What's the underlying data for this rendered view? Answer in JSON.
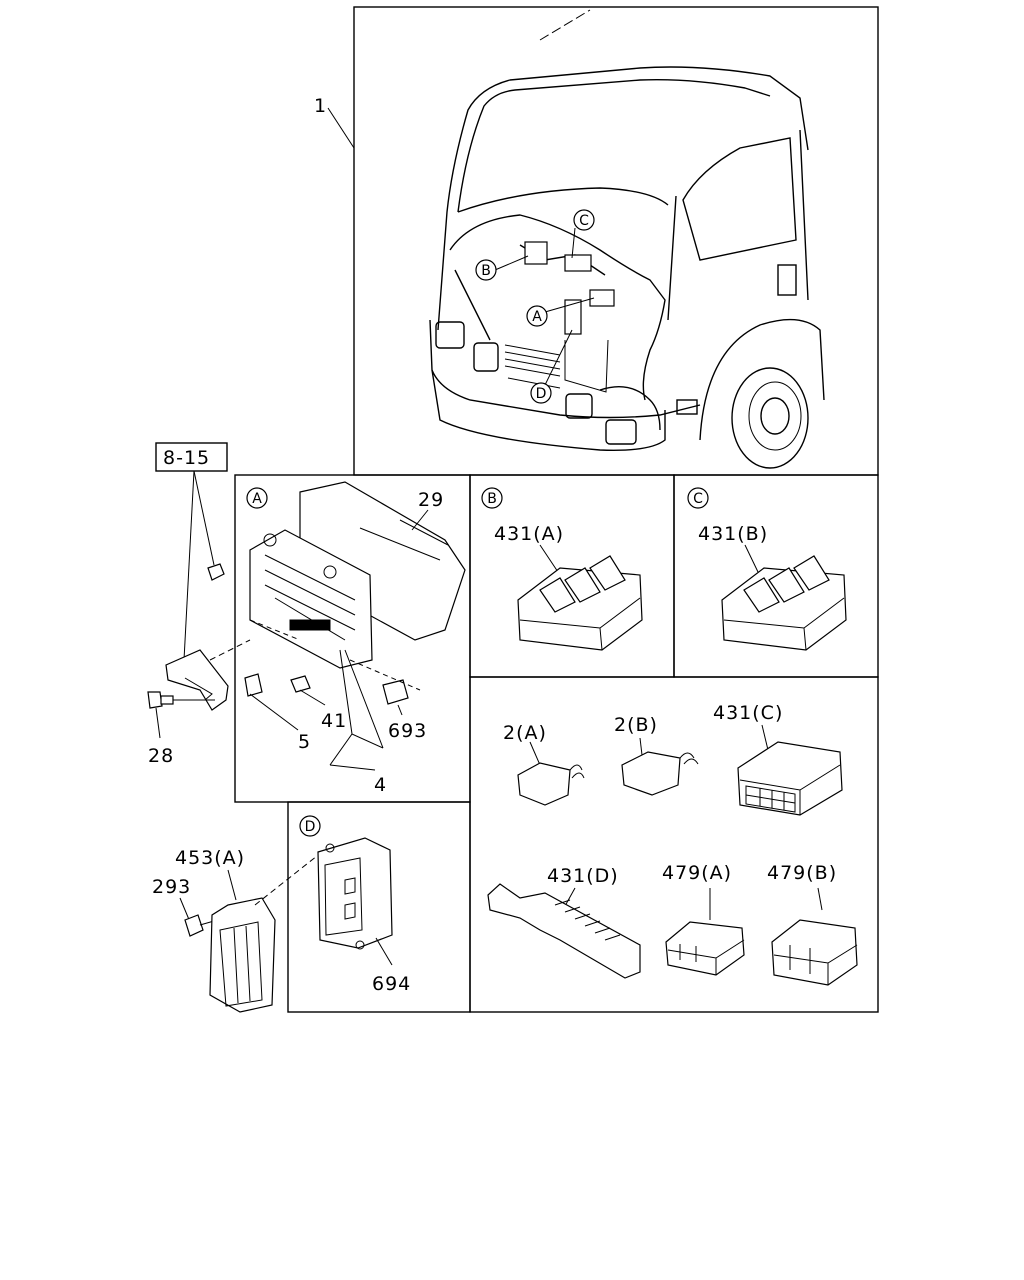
{
  "labels": {
    "p1": "1",
    "p8_15": "8-15",
    "p29": "29",
    "p28": "28",
    "p5": "5",
    "p41": "41",
    "p4": "4",
    "p693": "693",
    "p431a": "431(A)",
    "p431b": "431(B)",
    "p431c": "431(C)",
    "p431d": "431(D)",
    "p2a": "2(A)",
    "p2b": "2(B)",
    "p479a": "479(A)",
    "p479b": "479(B)",
    "p453a": "453(A)",
    "p293": "293",
    "p694": "694"
  },
  "callouts": {
    "a": "A",
    "b": "B",
    "c": "C",
    "d": "D"
  }
}
